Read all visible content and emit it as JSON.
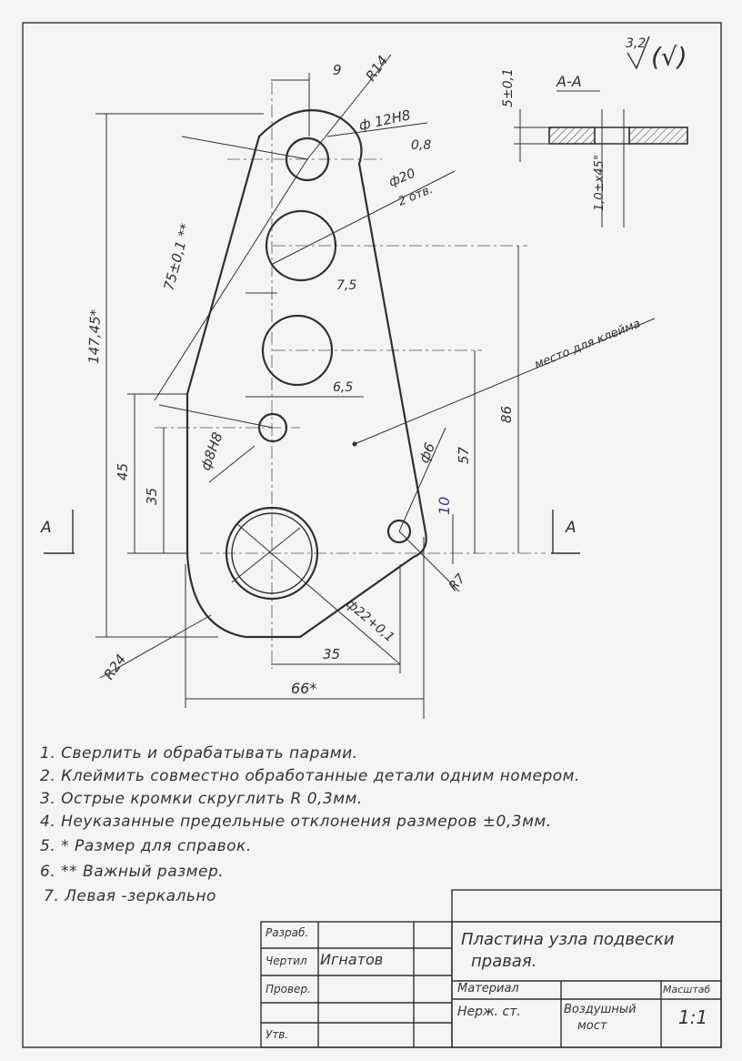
{
  "roughness": "3,2",
  "roughness_sign": "(√)",
  "dims": {
    "d9": "9",
    "r14": "R14",
    "hole12": "ф 12H8",
    "roughness_08": "0,8",
    "hole20": "ф20",
    "holes_count": "2 отв.",
    "d75": "75±0,1 **",
    "d1475": "147,45*",
    "d7_5": "7,5",
    "d6_5": "6,5",
    "d86": "86",
    "d57": "57",
    "d45": "45",
    "d35v": "35",
    "hole8": "ф8H8",
    "hole6": "ф6",
    "d10": "10",
    "r7": "R7",
    "hole22": "ф22+0,1",
    "d35h": "35",
    "d66": "66*",
    "r24": "R24",
    "klejmo": "место для клейма",
    "sect_a_left": "A",
    "sect_a_right": "A"
  },
  "section": {
    "title": "А-А",
    "thickness": "5±0,1",
    "chamfer": "1,0±х45°"
  },
  "notes": [
    "1. Сверлить и обрабатывать парами.",
    "2. Клеймить совместно обработанные детали одним номером.",
    "3. Острые кромки скруглить  R 0,3мм.",
    "4. Неуказанные предельные отклонения размеров ±0,3мм.",
    "5. * Размер для справок.",
    "6. ** Важный размер.",
    "7. Левая -зеркально"
  ],
  "title_block": {
    "developed_label": "Разраб.",
    "drawn_label": "Чертил",
    "drawn_name": "Игнатов",
    "checked_label": "Провер.",
    "approved_label": "Утв.",
    "part_name_1": "Пластина узла подвески",
    "part_name_2": "правая.",
    "material_label": "Материал",
    "material_value": "Нерж. ст.",
    "project_1": "Воздушный",
    "project_2": "мост",
    "scale_label": "Масштаб",
    "scale_value": "1:1"
  }
}
